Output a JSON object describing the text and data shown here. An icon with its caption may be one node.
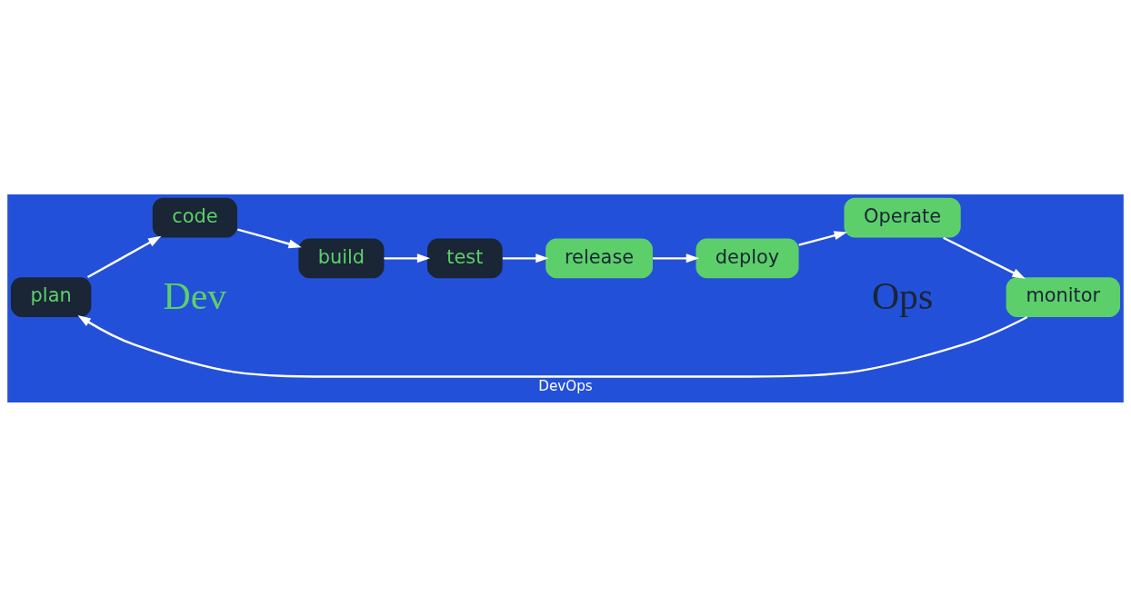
{
  "diagram": {
    "caption": "DevOps",
    "nodes": [
      {
        "text": [
          "plan"
        ]
      },
      {
        "text": [
          "code"
        ]
      },
      {
        "text": [
          "build"
        ]
      },
      {
        "text": [
          "test"
        ]
      },
      {
        "text": [
          "release"
        ]
      },
      {
        "text": [
          "deploy"
        ]
      },
      {
        "text": [
          "Operate"
        ]
      },
      {
        "text": [
          "monitor"
        ]
      }
    ],
    "edges": [
      {
        "from": 0,
        "to": 1,
        "arrow": "to"
      },
      {
        "from": 1,
        "to": 2,
        "arrow": "to"
      },
      {
        "from": 2,
        "to": 3,
        "arrow": "to"
      },
      {
        "from": 3,
        "to": 4,
        "arrow": "to"
      },
      {
        "from": 4,
        "to": 5,
        "arrow": "to"
      },
      {
        "from": 5,
        "to": 6,
        "arrow": "to"
      },
      {
        "from": 6,
        "to": 7,
        "arrow": "to"
      },
      {
        "from": 7,
        "to": 0,
        "arrow": "to"
      }
    ],
    "labels": [
      "Dev",
      "Ops"
    ]
  }
}
